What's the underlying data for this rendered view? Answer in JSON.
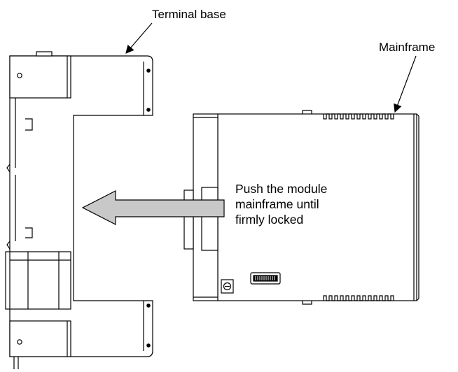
{
  "labels": {
    "terminal_base": "Terminal base",
    "mainframe": "Mainframe",
    "instruction": [
      "Push the module",
      "mainframe until",
      "firmly locked"
    ]
  },
  "colors": {
    "line": "#000000",
    "arrow_fill": "#c8c8c8",
    "background": "#ffffff"
  },
  "icons": {
    "push_arrow": "left-arrow",
    "rotary_switch": "rotary-dial",
    "connector": "pin-connector"
  }
}
